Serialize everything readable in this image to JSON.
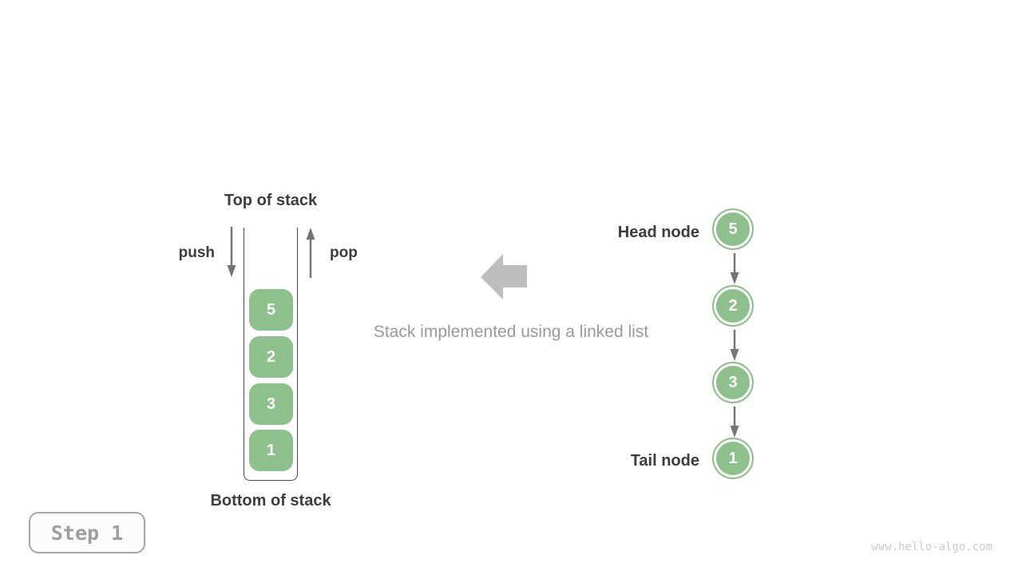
{
  "colors": {
    "node_green": "#8dc08b",
    "arrow_gray": "#757575",
    "big_arrow_gray": "#bdbdbd",
    "container_border": "#4a4a4a",
    "label_dark": "#3d3d3d",
    "caption_gray": "#9a9a9a",
    "step_gray": "#9e9e9e",
    "watermark_gray": "#cbcbcb"
  },
  "stack_diagram": {
    "top_label": "Top of stack",
    "bottom_label": "Bottom of stack",
    "push_label": "push",
    "pop_label": "pop",
    "elements": [
      "5",
      "2",
      "3",
      "1"
    ]
  },
  "caption": "Stack implemented using a linked list",
  "linked_list": {
    "head_label": "Head node",
    "tail_label": "Tail node",
    "nodes": [
      "5",
      "2",
      "3",
      "1"
    ]
  },
  "step_badge": {
    "label": "Step 1"
  },
  "watermark": "www.hello-algo.com"
}
